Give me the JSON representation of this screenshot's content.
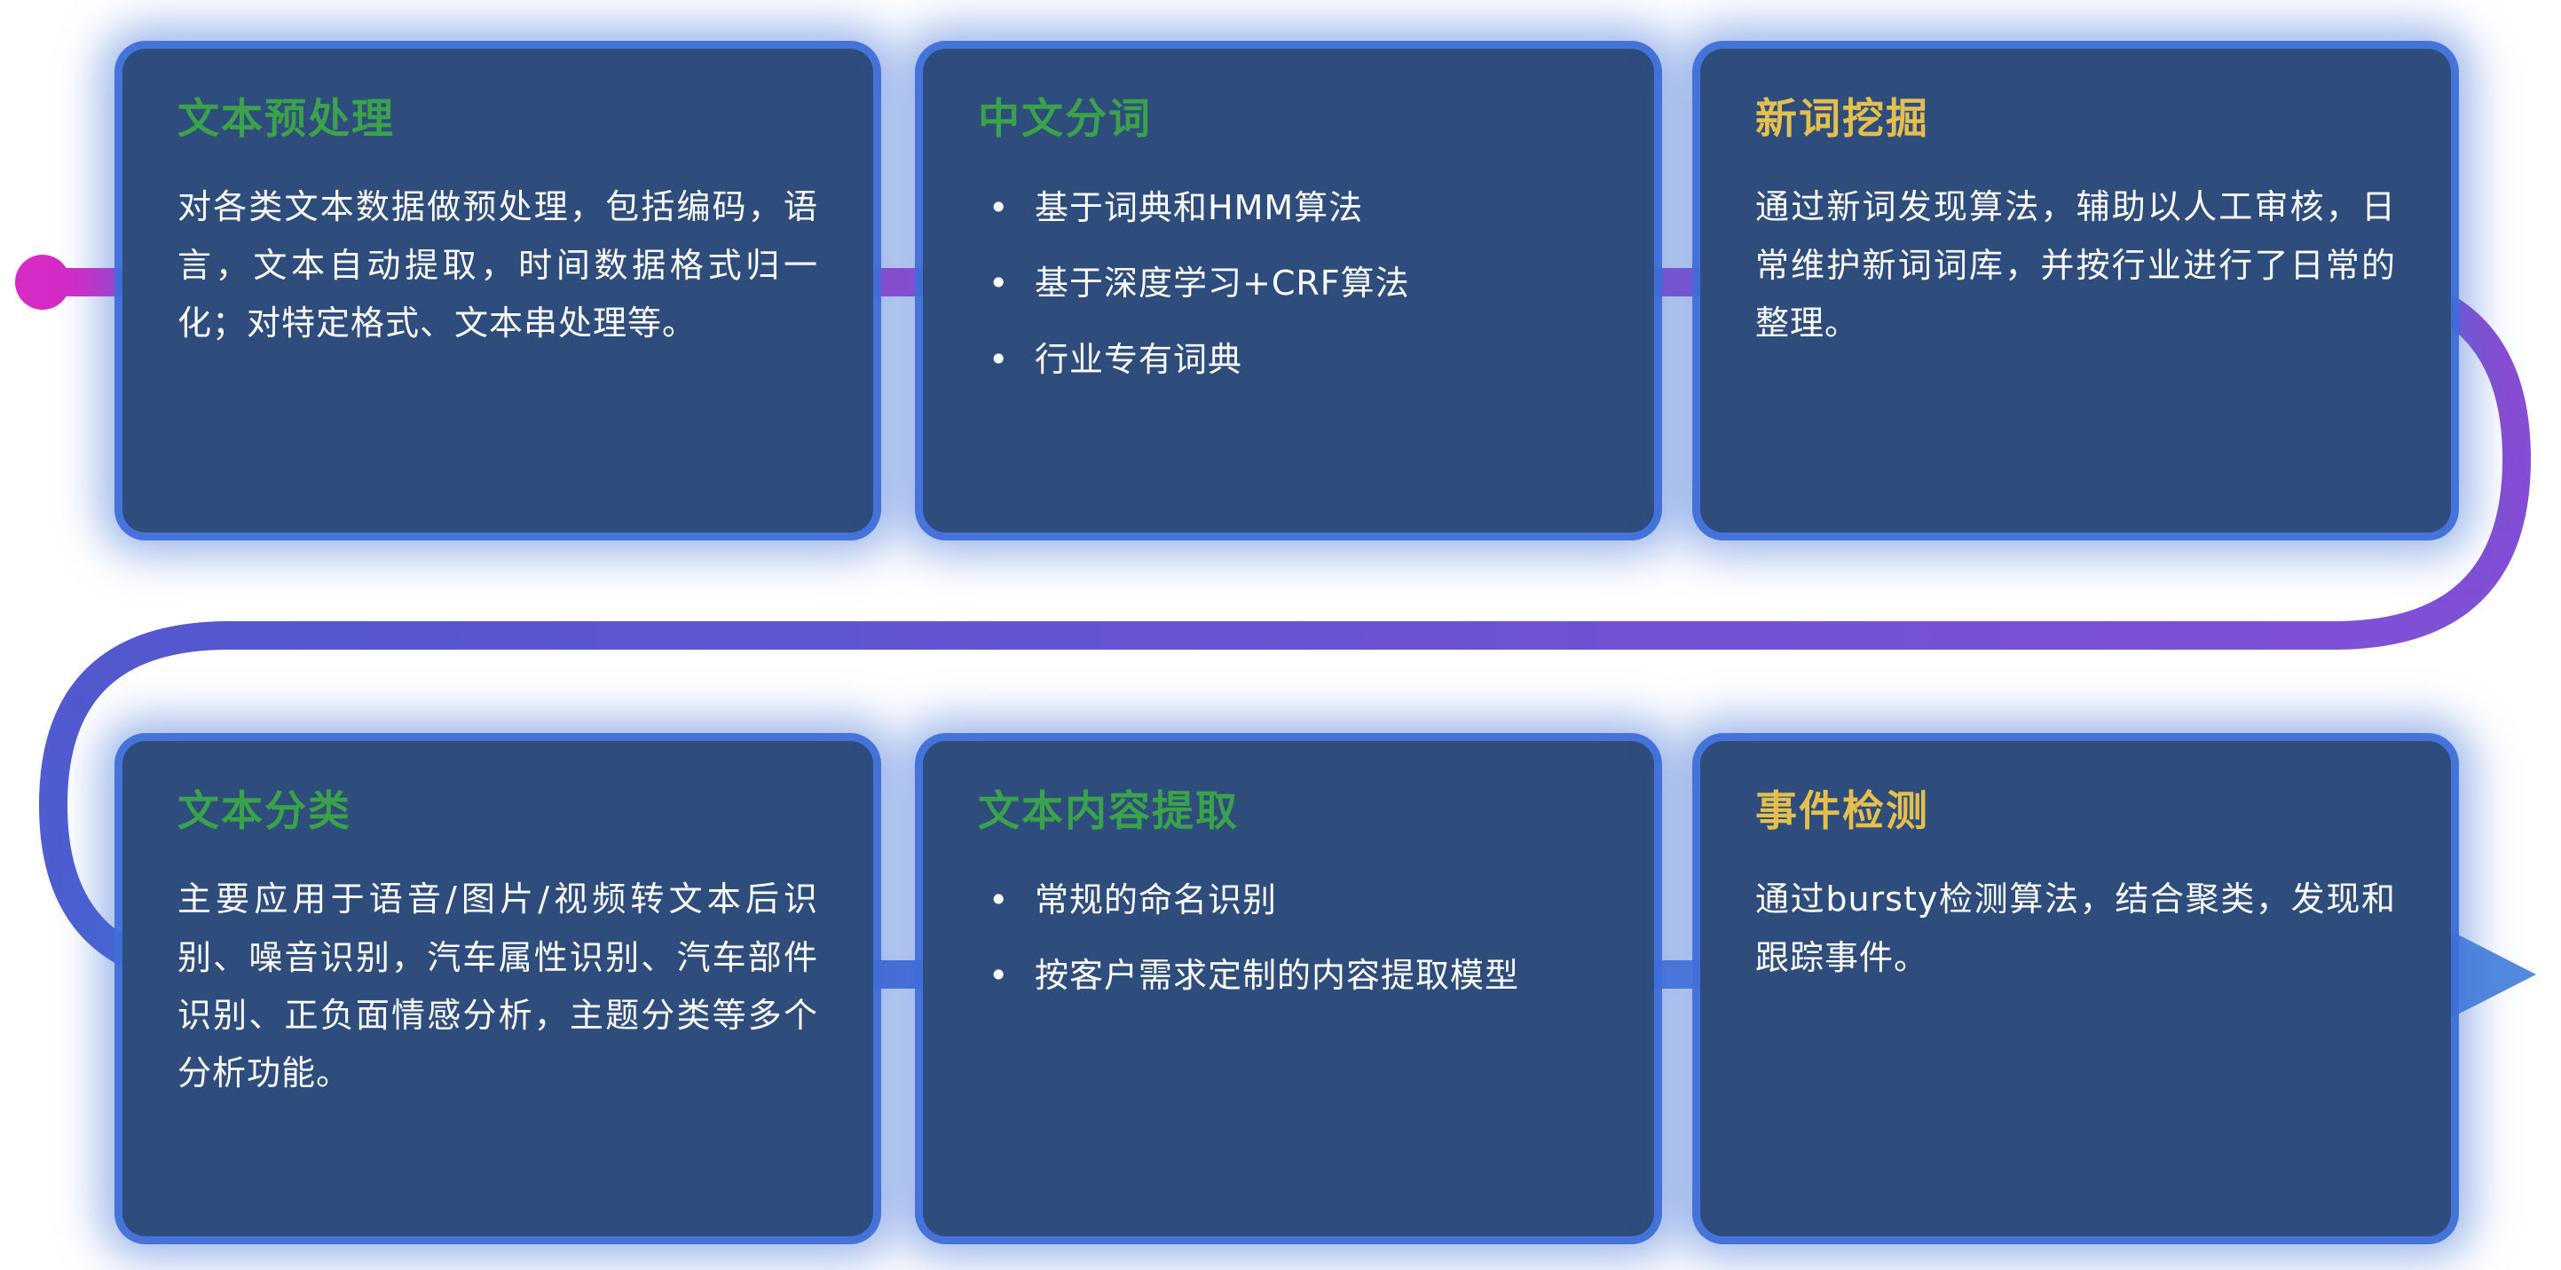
{
  "diagram": {
    "background_color": "#ffffff",
    "card_background_color": "#2e4c7c",
    "card_glow_color": "#3e6fd8",
    "title_green_color": "#3aa24b",
    "title_yellow_color": "#e3bf4e",
    "body_text_color": "#ffffff",
    "flow": {
      "start_dot_color": "#d62bc7",
      "top_segment_colors": [
        "#d92ac6",
        "#8d4bd2"
      ],
      "middle_segment_colors": [
        "#7e50d5",
        "#5457ce"
      ],
      "bottom_segment_colors": [
        "#4a62d0",
        "#5e8ae2"
      ],
      "arrowhead_color": "#548ae0"
    }
  },
  "cards": [
    {
      "id": "text-preprocessing",
      "title": "文本预处理",
      "title_color": "#3aa24b",
      "body": "对各类文本数据做预处理，包括编码，语言，文本自动提取，时间数据格式归一化；对特定格式、文本串处理等。",
      "bullets": []
    },
    {
      "id": "chinese-word-segmentation",
      "title": "中文分词",
      "title_color": "#3aa24b",
      "body": "",
      "bullets": [
        "基于词典和HMM算法",
        "基于深度学习+CRF算法",
        "行业专有词典"
      ]
    },
    {
      "id": "new-word-mining",
      "title": "新词挖掘",
      "title_color": "#e3bf4e",
      "body": "通过新词发现算法，辅助以人工审核，日常维护新词词库，并按行业进行了日常的整理。",
      "bullets": []
    },
    {
      "id": "text-classification",
      "title": "文本分类",
      "title_color": "#3aa24b",
      "body": "主要应用于语音/图片/视频转文本后识别、噪音识别，汽车属性识别、汽车部件识别、正负面情感分析，主题分类等多个分析功能。",
      "bullets": []
    },
    {
      "id": "text-content-extraction",
      "title": "文本内容提取",
      "title_color": "#3aa24b",
      "body": "",
      "bullets": [
        "常规的命名识别",
        "按客户需求定制的内容提取模型"
      ]
    },
    {
      "id": "event-detection",
      "title": "事件检测",
      "title_color": "#e3bf4e",
      "body": "通过bursty检测算法，结合聚类，发现和跟踪事件。",
      "bullets": []
    }
  ]
}
